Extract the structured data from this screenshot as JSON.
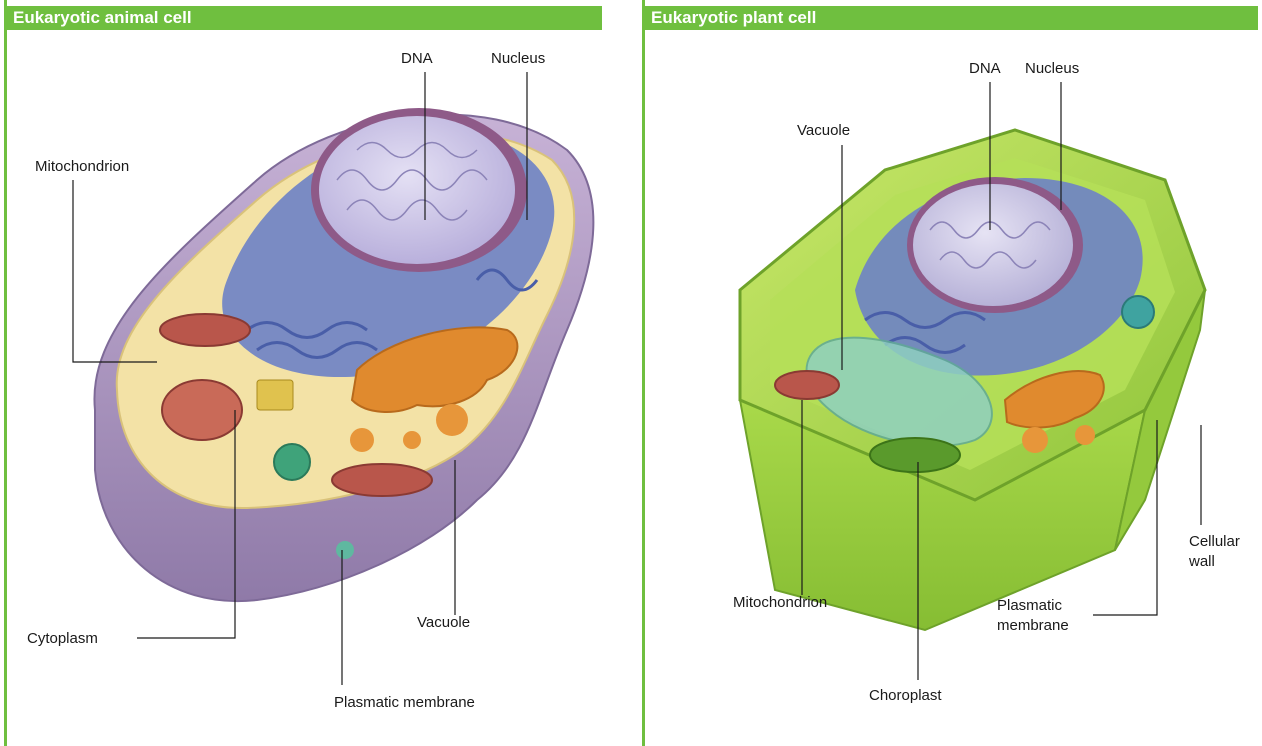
{
  "animal_cell": {
    "title": "Eukaryotic animal cell",
    "labels": {
      "dna": "DNA",
      "nucleus": "Nucleus",
      "mitochondrion": "Mitochondrion",
      "cytoplasm": "Cytoplasm",
      "vacuole": "Vacuole",
      "plasmatic_membrane": "Plasmatic membrane"
    }
  },
  "plant_cell": {
    "title": "Eukaryotic plant cell",
    "labels": {
      "dna": "DNA",
      "nucleus": "Nucleus",
      "vacuole": "Vacuole",
      "mitochondrion": "Mitochondrion",
      "chloroplast": "Choroplast",
      "plasmatic_membrane": "Plasmatic membrane",
      "cellular_wall": "Cellular wall"
    }
  },
  "colors": {
    "header_green": "#6fbf3f",
    "cytoplasm_animal": "#f3e2a6",
    "membrane_purple": "#b49ac7",
    "er_blue": "#6d82c6",
    "nucleus_lilac": "#c9c3e6",
    "golgi_orange": "#e08a2e",
    "plant_green": "#a9d94a",
    "vacuole_teal": "#8fd0c0"
  }
}
